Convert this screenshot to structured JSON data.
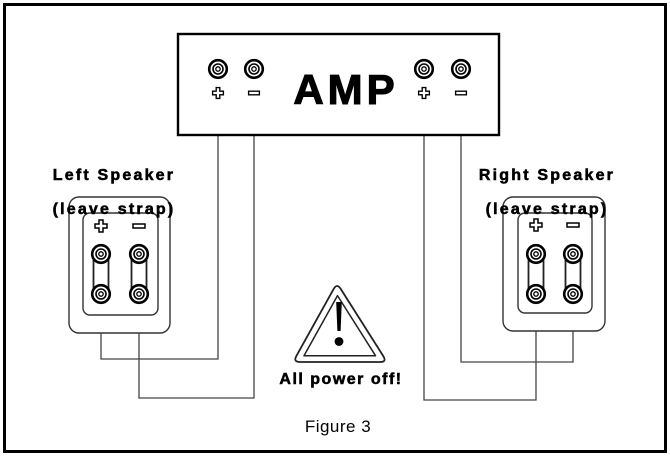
{
  "figure": {
    "caption": "Figure 3"
  },
  "amp": {
    "label": "AMP",
    "left_terminals": {
      "plus_sign": "+",
      "minus_sign": "-"
    },
    "right_terminals": {
      "plus_sign": "+",
      "minus_sign": "-"
    }
  },
  "left_speaker": {
    "title": "Left Speaker",
    "subtitle": "(leave strap)",
    "terminals": {
      "plus_sign": "+",
      "minus_sign": "-"
    }
  },
  "right_speaker": {
    "title": "Right Speaker",
    "subtitle": "(leave strap)",
    "terminals": {
      "plus_sign": "+",
      "minus_sign": "-"
    }
  },
  "warning": {
    "label": "All power off!"
  },
  "colors": {
    "ink": "#000000",
    "wire": "#444444",
    "outline": "#2a2a2a",
    "background": "#ffffff"
  }
}
